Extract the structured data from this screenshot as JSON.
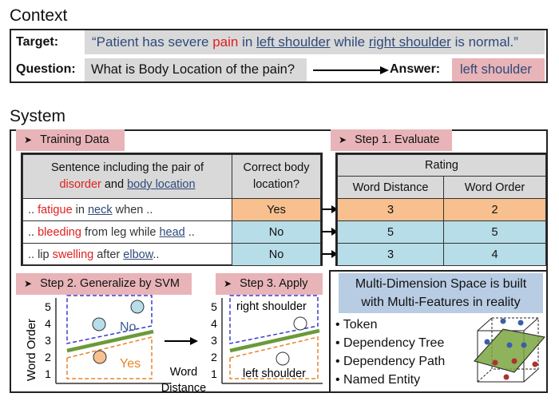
{
  "context": {
    "heading": "Context",
    "target_label": "Target:",
    "target_text": {
      "q_open": "“Patient has severe ",
      "pain": "pain",
      "in": " in ",
      "left_shoulder": "left shoulder",
      "while": " while ",
      "right_shoulder": "right shoulder",
      "end": " is normal.”"
    },
    "question_label": "Question:",
    "question_text": "What is Body Location of the pain?",
    "answer_label": "Answer:",
    "answer_text": "left shoulder"
  },
  "system": {
    "heading": "System",
    "training_tag": "Training Data",
    "step1_tag": "Step 1. Evaluate",
    "step2_tag": "Step 2. Generalize by SVM",
    "step3_tag": "Step 3. Apply",
    "training_table": {
      "header_sentence": {
        "line1": "Sentence including the pair of",
        "disorder": "disorder",
        "and": " and ",
        "body_location": "body location"
      },
      "header_correct": {
        "line1": "Correct body",
        "line2": "location?"
      },
      "rows": [
        {
          "pre": ".. ",
          "disorder": "fatigue",
          "mid": " in ",
          "body": "neck",
          "post": " when  ..",
          "answer": "Yes"
        },
        {
          "pre": ".. ",
          "disorder": "bleeding",
          "mid": " from leg while ",
          "body": "head",
          "post": " ..",
          "answer": "No"
        },
        {
          "pre": ".. lip ",
          "disorder": "swelling",
          "mid": " after ",
          "body": "elbow",
          "post": "..",
          "answer": "No"
        }
      ]
    },
    "rating_table": {
      "title": "Rating",
      "col1": "Word Distance",
      "col2": "Word Order",
      "rows": [
        {
          "distance": "3",
          "order": "2"
        },
        {
          "distance": "5",
          "order": "5"
        },
        {
          "distance": "3",
          "order": "4"
        }
      ]
    },
    "svm_plot": {
      "ylabel": "Word Order",
      "xlabel_line1": "Word",
      "xlabel_line2": "Distance",
      "yticks": [
        "1",
        "2",
        "3",
        "4",
        "5"
      ],
      "no_label": "No",
      "yes_label": "Yes"
    },
    "apply_plot": {
      "yticks": [
        "1",
        "2",
        "3",
        "4",
        "5"
      ],
      "right_label": "right shoulder",
      "left_label": "left shoulder"
    },
    "multi_dim": {
      "title_line1": "Multi-Dimension Space is built",
      "title_line2": "with Multi-Features in reality",
      "features": [
        "Token",
        "Dependency Tree",
        "Dependency Path",
        "Named Entity"
      ]
    },
    "colors": {
      "pink": "#e8b4b8",
      "orange": "#f7c08e",
      "light_blue": "#b7dde8",
      "green_line": "#6a9a3a",
      "red_text": "#e02020",
      "blue_text": "#2e4a7a"
    }
  }
}
